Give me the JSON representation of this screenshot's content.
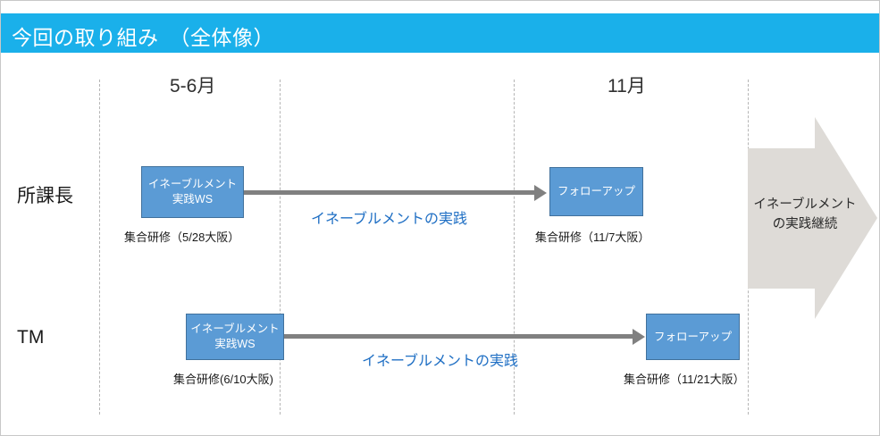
{
  "title": "今回の取り組み　（全体像）",
  "accent_color": "#1ab0ea",
  "box_color": "#5b9bd5",
  "box_border_color": "#41719c",
  "connector_color": "#808080",
  "practice_label_color": "#1f6fc4",
  "big_arrow_color": "#dedbd7",
  "timeline": {
    "periods": [
      {
        "label": "5-6月"
      },
      {
        "label": "11月"
      }
    ],
    "guides": 4
  },
  "rows": [
    {
      "label": "所課長",
      "start": {
        "box_text": "イネーブルメント\n実践WS",
        "caption": "集合研修（5/28大阪）"
      },
      "end": {
        "box_text": "フォローアップ",
        "caption": "集合研修（11/7大阪）"
      },
      "connector_label": "イネーブルメントの実践"
    },
    {
      "label": "TM",
      "start": {
        "box_text": "イネーブルメント\n実践WS",
        "caption": "集合研修(6/10大阪)"
      },
      "end": {
        "box_text": "フォローアップ",
        "caption": "集合研修（11/21大阪）"
      },
      "connector_label": "イネーブルメントの実践"
    }
  ],
  "continuation": {
    "text": "イネーブルメント\nの実践継続"
  }
}
